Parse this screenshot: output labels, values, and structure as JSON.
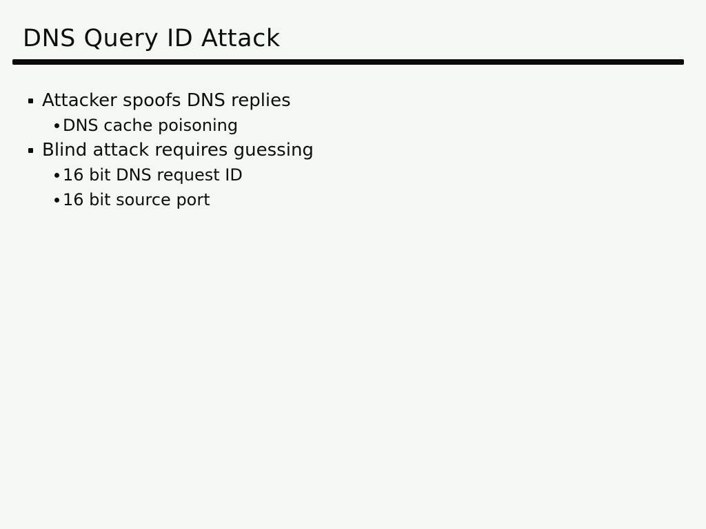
{
  "slide": {
    "title": "DNS Query ID Attack",
    "bullets": [
      {
        "level": 1,
        "text": "Attacker spoofs DNS replies"
      },
      {
        "level": 2,
        "text": "DNS cache poisoning"
      },
      {
        "level": 1,
        "text": "Blind attack requires guessing"
      },
      {
        "level": 2,
        "text": "16 bit DNS request ID"
      },
      {
        "level": 2,
        "text": "16 bit source port"
      }
    ],
    "colors": {
      "background": "#f3f8f3",
      "text": "#0d0d0d",
      "rule": "#0a0a0a"
    }
  }
}
